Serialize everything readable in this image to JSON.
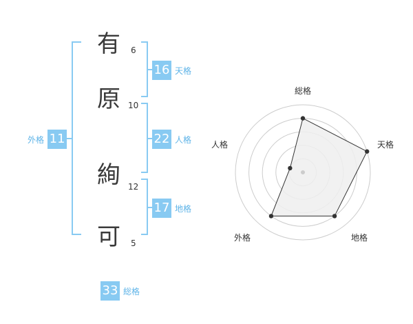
{
  "name": {
    "characters": [
      "有",
      "原",
      "絢",
      "可"
    ],
    "strokes": [
      "6",
      "10",
      "12",
      "5"
    ]
  },
  "scores": {
    "gaikaku": {
      "label": "外格",
      "value": "11"
    },
    "tenkaku": {
      "label": "天格",
      "value": "16"
    },
    "jinkaku": {
      "label": "人格",
      "value": "22"
    },
    "chikaku": {
      "label": "地格",
      "value": "17"
    },
    "soukaku": {
      "label": "総格",
      "value": "33"
    }
  },
  "radar": {
    "labels": {
      "top": "総格",
      "top_right": "天格",
      "bottom_right": "地格",
      "bottom_left": "外格",
      "top_left": "人格"
    }
  },
  "colors": {
    "accent": "#88caf2",
    "bracket": "#88caf2",
    "label_text": "#5fb4e8",
    "radar_fill": "#eeeeee",
    "radar_grid": "#cccccc"
  },
  "chart_data": {
    "type": "radar",
    "axes": [
      "総格",
      "天格",
      "地格",
      "外格",
      "人格"
    ],
    "values": [
      0.8,
      1.0,
      0.8,
      0.8,
      0.2
    ],
    "rings": 5,
    "max": 1.0
  }
}
